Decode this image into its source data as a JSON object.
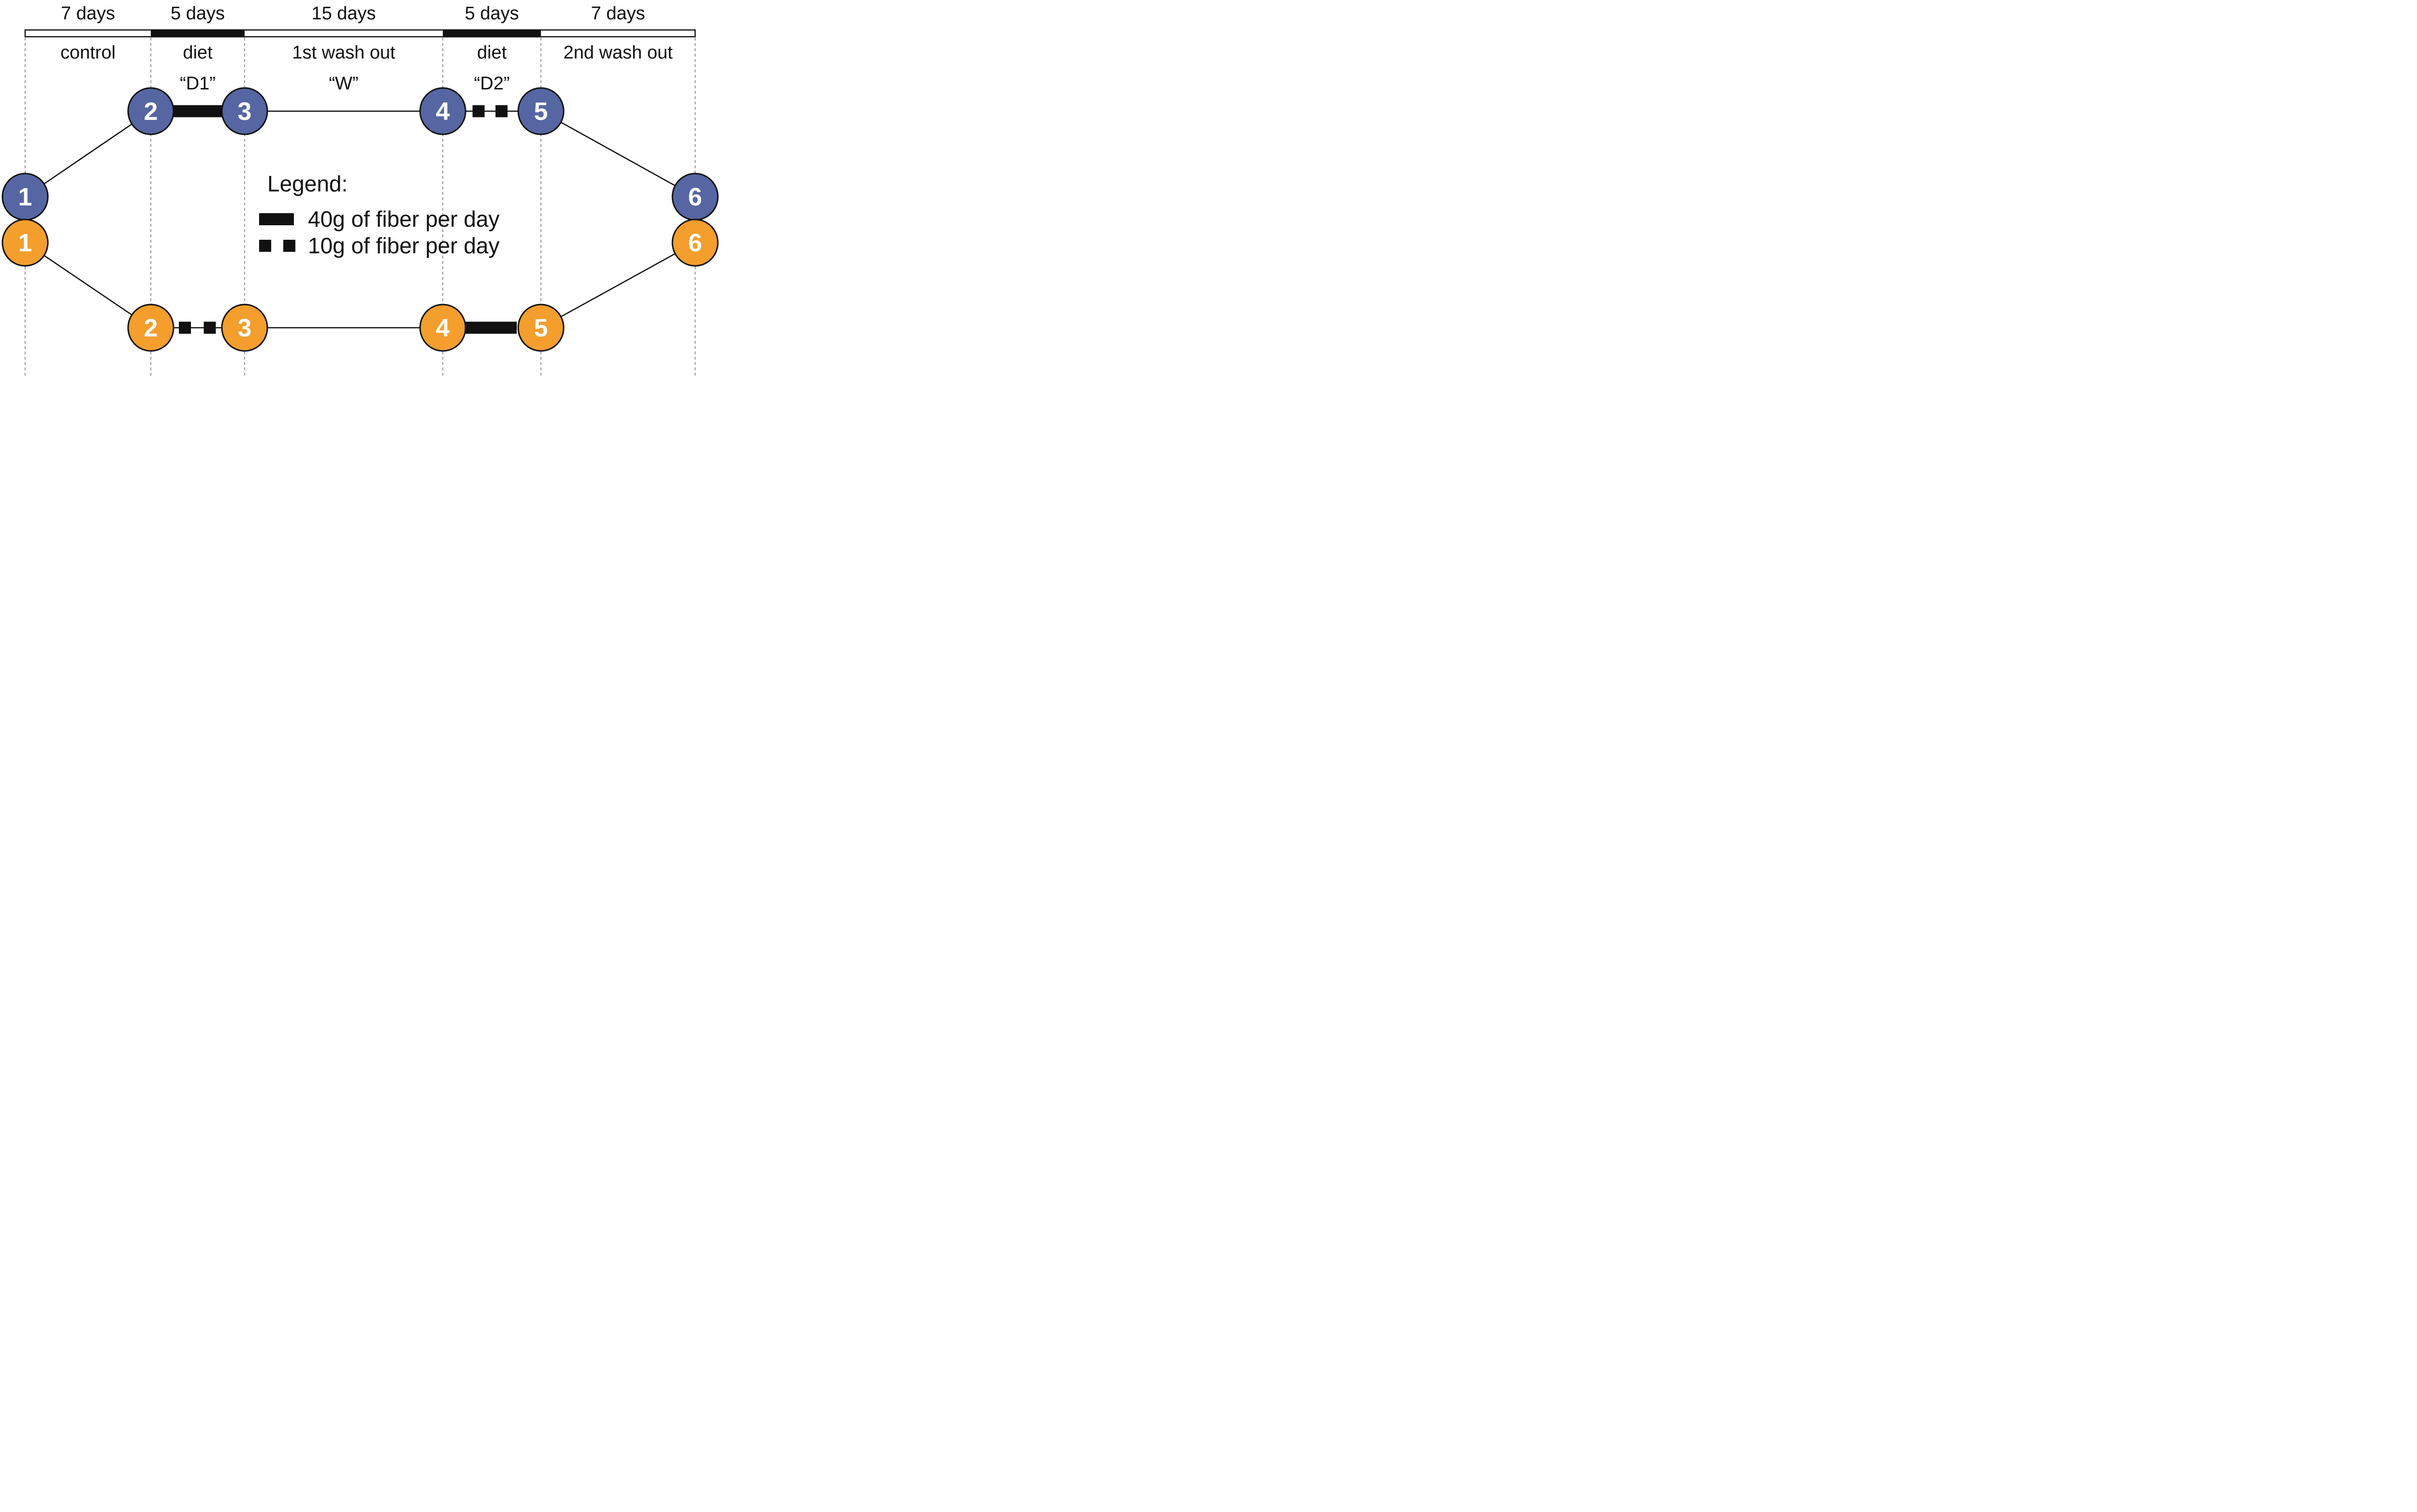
{
  "durations": [
    "7 days",
    "5 days",
    "15 days",
    "5 days",
    "7 days"
  ],
  "phases": [
    "control",
    "diet",
    "1st wash out",
    "diet",
    "2nd wash out"
  ],
  "codes": [
    "“D1”",
    "“W”",
    "“D2”"
  ],
  "legend": {
    "title": "Legend:",
    "items": [
      {
        "swatch": "thick-bar-swatch",
        "label": "40g of fiber per day"
      },
      {
        "swatch": "dashed-squares-swatch",
        "label": "10g of fiber per day"
      }
    ]
  },
  "arms": {
    "blue": {
      "color": "#5666A3",
      "nodes": [
        "1",
        "2",
        "3",
        "4",
        "5",
        "6"
      ]
    },
    "orange": {
      "color": "#F39E2D",
      "nodes": [
        "1",
        "2",
        "3",
        "4",
        "5",
        "6"
      ]
    }
  },
  "colors": {
    "line": "#111111",
    "dash_guide": "#999999",
    "bar_fill": "#ffffff"
  }
}
